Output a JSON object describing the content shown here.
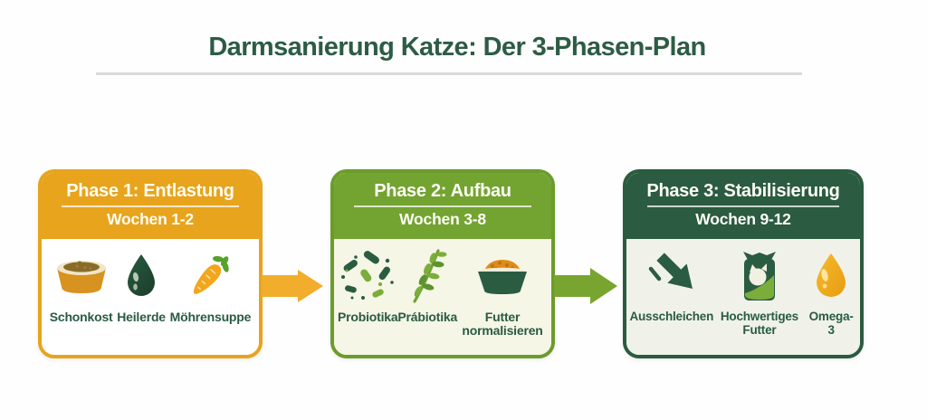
{
  "title": "Darmsanierung Katze: Der 3-Phasen-Plan",
  "colors": {
    "title-text": "#2D5C45",
    "title-rule": "#DADADA",
    "label-text": "#2A5B42",
    "header-text": "#FDFCF5",
    "phase1-theme": "#E7A41C",
    "phase1-body": "#FFFFFF",
    "phase2-theme": "#73A331",
    "phase2-border": "#6B9C2B",
    "phase2-body": "#F5F6E5",
    "phase3-theme": "#2B5B40",
    "phase3-body": "#F0F2EA",
    "arrow1": "#F2AD2D",
    "arrow2": "#78A52F"
  },
  "phases": [
    {
      "title": "Phase 1: Entlastung",
      "weeks": "Wochen 1-2",
      "items": [
        {
          "icon": "food-bowl-icon",
          "label": "Schonkost"
        },
        {
          "icon": "healing-clay-drop-icon",
          "label": "Heilerde"
        },
        {
          "icon": "carrot-icon",
          "label": "Möhrensuppe"
        }
      ]
    },
    {
      "title": "Phase 2: Aufbau",
      "weeks": "Wochen 3-8",
      "items": [
        {
          "icon": "probiotics-icon",
          "label": "Probiotika"
        },
        {
          "icon": "prebiotics-branch-icon",
          "label": "Prábiotika"
        },
        {
          "icon": "food-bowl-green-icon",
          "label": "Futter normalisieren"
        }
      ]
    },
    {
      "title": "Phase 3: Stabilisierung",
      "weeks": "Wochen 9-12",
      "items": [
        {
          "icon": "tapering-arrow-icon",
          "label": "Ausschleichen"
        },
        {
          "icon": "food-bag-icon",
          "label": "Hochwertiges Futter"
        },
        {
          "icon": "omega3-drop-icon",
          "label": "Omega-3"
        }
      ]
    }
  ]
}
